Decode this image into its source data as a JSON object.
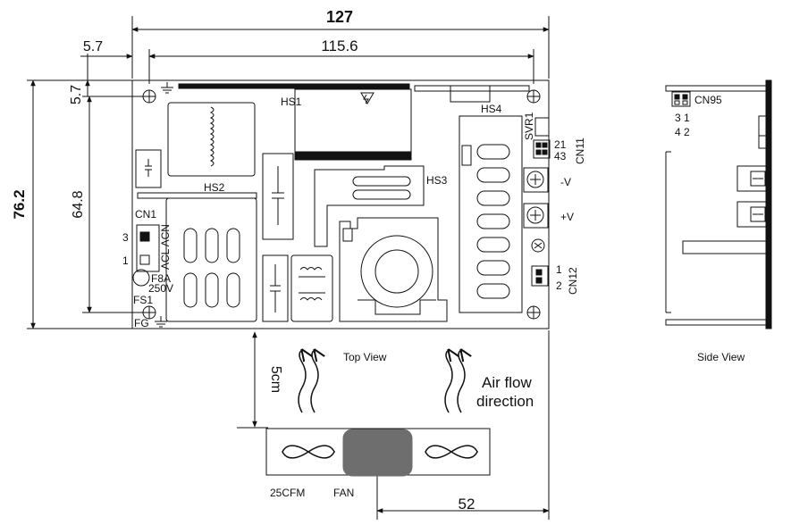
{
  "dimensions": {
    "overall_width": "127",
    "mount_width": "115.6",
    "left_offset": "5.7",
    "top_offset": "5.7",
    "overall_height": "76.2",
    "mount_height": "64.8",
    "fan_distance": "5cm",
    "fan_offset": "52"
  },
  "labels": {
    "hs1": "HS1",
    "hs2": "HS2",
    "hs3": "HS3",
    "hs4": "HS4",
    "cn1": "CN1",
    "pin3": "3",
    "pin1": "1",
    "acl_acn": "ACL ACN",
    "fuse_rating": "F8A",
    "fuse_voltage": "250V",
    "fs1": "FS1",
    "fg": "FG",
    "svr1": "SVR1",
    "cn11": "CN11",
    "cn11_pins_top": "21",
    "cn11_pins_bottom": "43",
    "neg_v": "-V",
    "pos_v": "+V",
    "cn12": "CN12",
    "cn12_pin1": "1",
    "cn12_pin2": "2",
    "cn95": "CN95",
    "cn95_pins_top": "3 1",
    "cn95_pins_bottom": "4 2"
  },
  "views": {
    "top_view": "Top View",
    "side_view": "Side View"
  },
  "airflow": {
    "line1": "Air flow",
    "line2": "direction"
  },
  "fan": {
    "cfm": "25CFM",
    "name": "FAN"
  }
}
